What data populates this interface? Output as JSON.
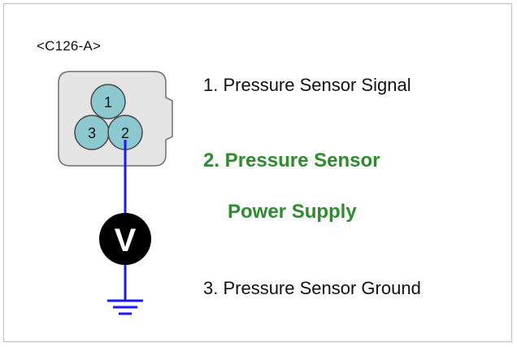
{
  "connector": {
    "id_label": "<C126-A>",
    "pin_numbers": [
      "1",
      "2",
      "3"
    ]
  },
  "meter": {
    "symbol": "V",
    "icon": "voltmeter-icon"
  },
  "ground": {
    "icon": "ground-symbol-icon"
  },
  "pins": [
    {
      "line1": "1. Pressure Sensor Signal"
    },
    {
      "line1": "2. Pressure Sensor",
      "line2": "Power Supply"
    },
    {
      "line1": "3. Pressure Sensor Ground"
    }
  ],
  "colors": {
    "highlight": "#2e8b2e",
    "wire": "#1a1aff",
    "pin_fill": "#8cc8d0",
    "connector_fill": "#e4e4e4",
    "meter_fill": "#000000"
  }
}
